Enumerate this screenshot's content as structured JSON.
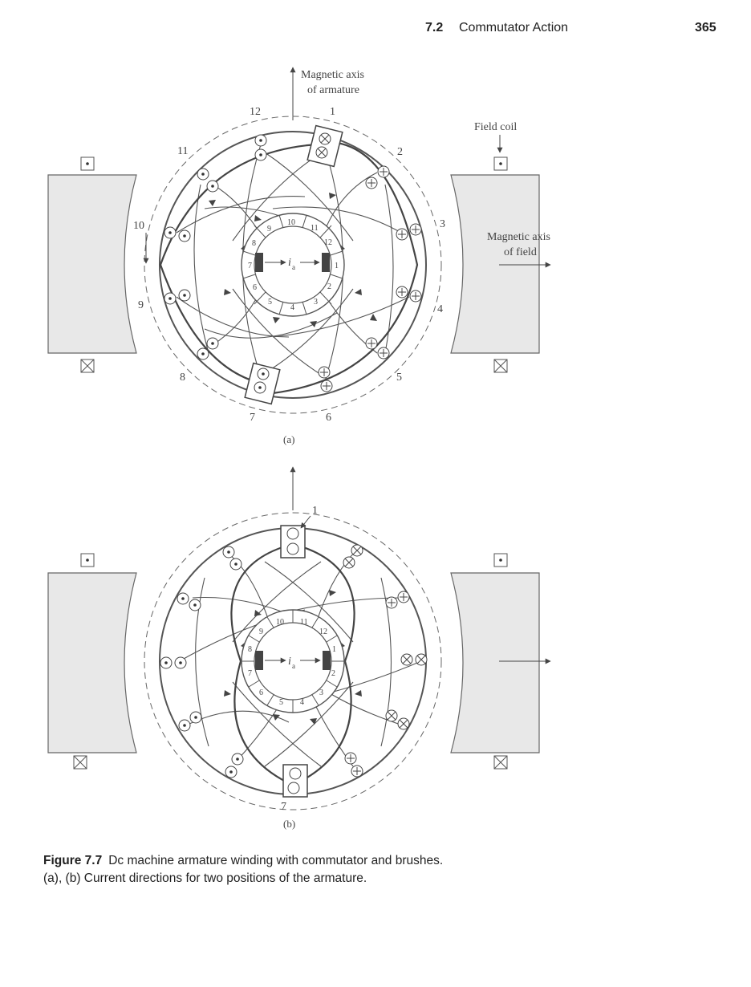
{
  "header": {
    "section_number": "7.2",
    "section_title": "Commutator Action",
    "page_number": "365"
  },
  "figure_a": {
    "label": "(a)",
    "armature_axis_label_line1": "Magnetic axis",
    "armature_axis_label_line2": "of armature",
    "field_coil_label": "Field coil",
    "field_axis_label_line1": "Magnetic axis",
    "field_axis_label_line2": "of field",
    "current_label": "i",
    "current_subscript": "a",
    "slot_numbers": [
      "1",
      "2",
      "3",
      "4",
      "5",
      "6",
      "7",
      "8",
      "9",
      "10",
      "11",
      "12"
    ],
    "segment_numbers": [
      "1",
      "2",
      "3",
      "4",
      "5",
      "6",
      "7",
      "8",
      "9",
      "10",
      "11",
      "12"
    ]
  },
  "figure_b": {
    "label": "(b)",
    "current_label": "i",
    "current_subscript": "a",
    "slot_labels": [
      "1",
      "7"
    ],
    "segment_numbers": [
      "1",
      "2",
      "3",
      "4",
      "5",
      "6",
      "7",
      "8",
      "9",
      "10",
      "11",
      "12"
    ]
  },
  "caption": {
    "figure_label": "Figure 7.7",
    "line1": "Dc machine armature winding with commutator and brushes.",
    "line2": "(a), (b) Current directions for two positions of the armature."
  }
}
